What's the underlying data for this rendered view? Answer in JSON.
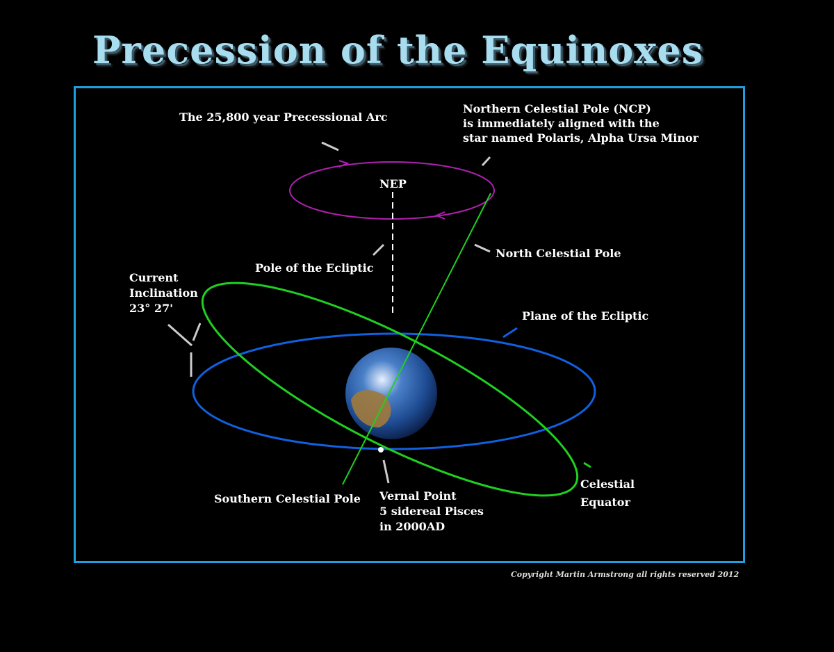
{
  "title": "Precession of the Equinoxes",
  "labels": {
    "precessional_arc": "The 25,800 year Precessional Arc",
    "ncp_line1": "Northern Celestial Pole (NCP)",
    "ncp_line2": "is immediately aligned with the",
    "ncp_line3": "star named Polaris, Alpha Ursa Minor",
    "nep": "NEP",
    "pole_ecliptic": "Pole of the Ecliptic",
    "north_celestial_pole": "North Celestial Pole",
    "inclination_line1": "Current",
    "inclination_line2": "Inclination",
    "inclination_line3": "23° 27'",
    "plane_ecliptic": "Plane of the Ecliptic",
    "southern_celestial_pole": "Southern Celestial Pole",
    "vernal_line1": "Vernal Point",
    "vernal_line2": "5  sidereal Pisces",
    "vernal_line3": "in 2000AD",
    "celestial_line1": "Celestial",
    "celestial_line2": "Equator"
  },
  "copyright": "Copyright Martin Armstrong all rights reserved 2012",
  "colors": {
    "frame": "#1ea0e0",
    "ecliptic": "#1060e0",
    "equator": "#20d020",
    "arc": "#b020b0"
  }
}
